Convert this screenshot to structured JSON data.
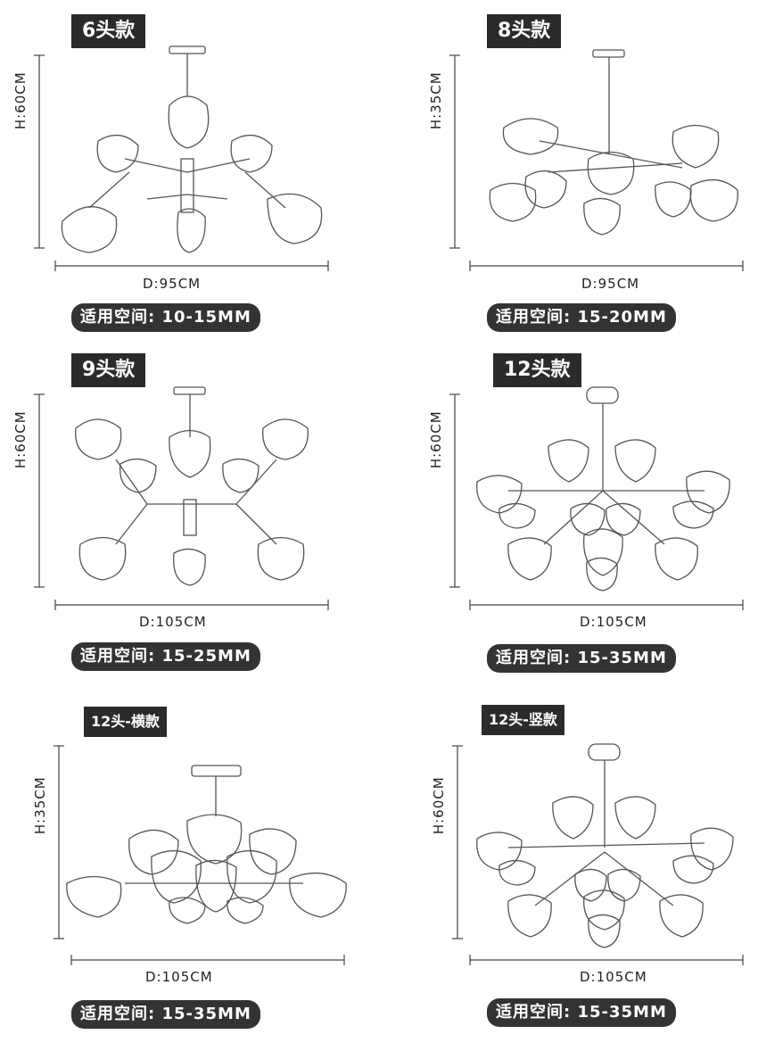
{
  "products": [
    {
      "title": "6头款",
      "height": "H:60CM",
      "diameter": "D:95CM",
      "space": "适用空间: 10-15MM",
      "drawing": "chandelier-6-icon"
    },
    {
      "title": "8头款",
      "height": "H:35CM",
      "diameter": "D:95CM",
      "space": "适用空间: 15-20MM",
      "drawing": "chandelier-8-icon"
    },
    {
      "title": "9头款",
      "height": "H:60CM",
      "diameter": "D:105CM",
      "space": "适用空间: 15-25MM",
      "drawing": "chandelier-9-icon"
    },
    {
      "title": "12头款",
      "height": "H:60CM",
      "diameter": "D:105CM",
      "space": "适用空间: 15-35MM",
      "drawing": "chandelier-12-icon"
    },
    {
      "title": "12头-横款",
      "height": "H:35CM",
      "diameter": "D:105CM",
      "space": "适用空间: 15-35MM",
      "drawing": "chandelier-12-horizontal-icon"
    },
    {
      "title": "12头-竖款",
      "height": "H:60CM",
      "diameter": "D:105CM",
      "space": "适用空间: 15-35MM",
      "drawing": "chandelier-12-vertical-icon"
    }
  ],
  "colors": {
    "label_bg": "#2b2b2b",
    "pill_bg": "#333333",
    "line": "#444444"
  }
}
